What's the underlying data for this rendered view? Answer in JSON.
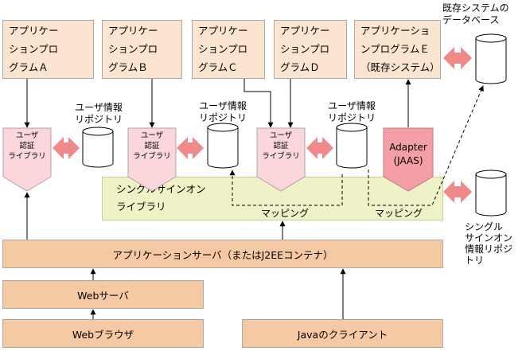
{
  "apps": [
    {
      "line1": "アプリケー",
      "line2": "ションプロ",
      "line3": "グラムＡ"
    },
    {
      "line1": "アプリケー",
      "line2": "ションプロ",
      "line3": "グラムＢ"
    },
    {
      "line1": "アプリケー",
      "line2": "ションプロ",
      "line3": "グラムＣ"
    },
    {
      "line1": "アプリケー",
      "line2": "ションプロ",
      "line3": "グラムＤ"
    },
    {
      "line1": "アプリケーショ",
      "line2": "ンプログラムＥ",
      "line3": "（既存システム）"
    }
  ],
  "repository_label": {
    "line1": "ユーザ情報",
    "line2": "リポジトリ"
  },
  "auth_library": {
    "line1": "ユーザ",
    "line2": "認証",
    "line3": "ライブラリ"
  },
  "adapter": {
    "line1": "Adapter",
    "line2": "(JAAS)"
  },
  "existing_db": {
    "line1": "既存システムの",
    "line2": "データベース"
  },
  "sso_library": {
    "line1": "シングルサインオン",
    "line2": "ライブラリ"
  },
  "mapping_label": "マッピング",
  "sso_repository": {
    "line1": "シングル",
    "line2": "サインオン",
    "line3": "情報リポジ",
    "line4": "トリ"
  },
  "app_server": "アプリケーションサーバ（またはJ2EEコンテナ）",
  "web_server": "Webサーバ",
  "web_browser": "Webブラウザ",
  "java_client": "Javaのクライアント",
  "colors": {
    "app_box": "#fbe4d0",
    "server_box": "#f6c9a5",
    "shield": "#fbd7dc",
    "adapter": "#f49ea5",
    "sso_area": "#eef2c6",
    "bidirectional_arrow": "#f08a8a"
  }
}
